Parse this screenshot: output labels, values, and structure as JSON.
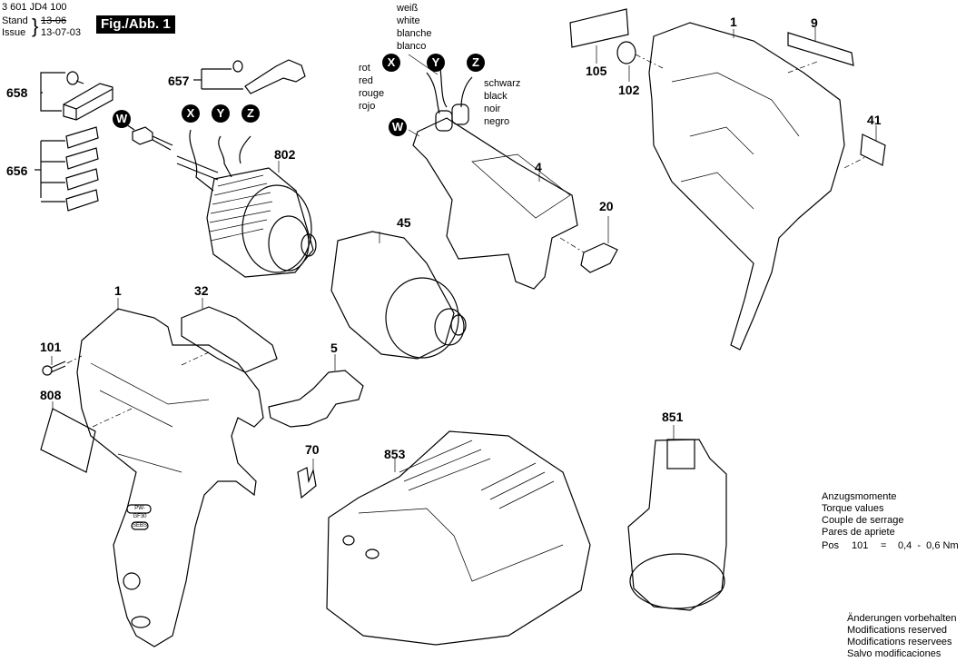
{
  "header": {
    "doc_number": "3 601 JD4 100",
    "stand_label": "Stand",
    "stand_old": "13-06",
    "issue_label": "Issue",
    "issue_date": "13-07-03",
    "figure_label": "Fig./Abb. 1"
  },
  "wire_colors": {
    "white": [
      "weiß",
      "white",
      "blanche",
      "blanco"
    ],
    "red": [
      "rot",
      "red",
      "rouge",
      "rojo"
    ],
    "black": [
      "schwarz",
      "black",
      "noir",
      "negro"
    ]
  },
  "connectors": {
    "w": "W",
    "x": "X",
    "y": "Y",
    "z": "Z"
  },
  "part_labels": {
    "p658": "658",
    "p657": "657",
    "p656": "656",
    "p802": "802",
    "p1_top": "1",
    "p9": "9",
    "p41": "41",
    "p105": "105",
    "p102": "102",
    "p4": "4",
    "p20": "20",
    "p45": "45",
    "p1_left": "1",
    "p32": "32",
    "p101": "101",
    "p808": "808",
    "p5": "5",
    "p70": "70",
    "p853": "853",
    "p851": "851"
  },
  "torque": {
    "lines": [
      "Anzugsmomente",
      "Torque values",
      "Couple de serrage",
      "Pares de apriete"
    ],
    "pos_label": "Pos",
    "pos_value": "101",
    "eq": "=",
    "range": "0,4  -  0,6 Nm"
  },
  "disclaimer": [
    "Änderungen vorbehalten",
    "Modifications reserved",
    "Modifications reservees",
    "Salvo modificaciones"
  ],
  "handle_markings": [
    "PW-GF30",
    "SEBS"
  ]
}
